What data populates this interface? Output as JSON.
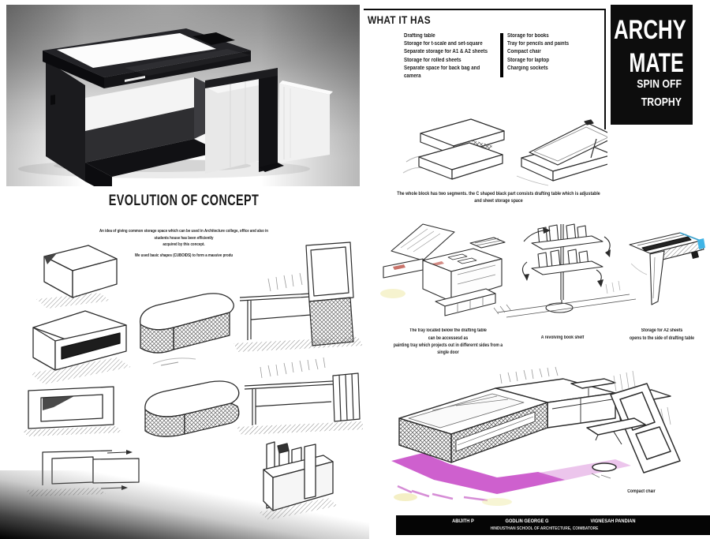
{
  "logo": {
    "line1": "ARCHY",
    "line2": "MATE",
    "line3": "SPIN OFF",
    "line4": "TROPHY"
  },
  "what_it_has": {
    "heading": "WHAT IT HAS",
    "col1": [
      "Drafting table",
      "Storage for t-scale and set-square",
      "Separate storage for A1 & A2 sheets",
      "Storage for rolled sheets",
      "Separate space for back bag and camera"
    ],
    "col2": [
      "Storage for books",
      "Tray for pencils and paints",
      "Compact chair",
      "Storage for laptop",
      "Charging sockets"
    ]
  },
  "evolution": {
    "heading": "EVOLUTION OF CONCEPT",
    "para1": "An idea of giving common storage space which can be used in Architecture college, office and also in\nstudents house has been efficiently\nacquired by this concept.",
    "para2": "We used basic shapes (CUBOIDS) to form a massive produ"
  },
  "captions": {
    "segments": "The whole block has two segments. the C shaped black part consists drafting table which is adjustable\nand sheet storage space",
    "tray": "The tray located below the drafting table\ncan be accessesd as\npainting tray which projects out in differernt sides from a\nsingle door",
    "bookshelf": "A revolving book shelf",
    "a2": "Storage for A2 sheets\nopens to the side of drafting table",
    "chair": "Compact chair"
  },
  "footer": {
    "name1": "ABIJITH  P",
    "name2": "GODLIN GEORGE  G",
    "name3": "VIGNESAH PANDIAN",
    "school": "HINDUSTHAN SCHOOL OF ARCHITECTURE, COIMBATORE"
  },
  "colors": {
    "logo_bg": "#0d0d0d",
    "accent_blue": "#3fb4e6",
    "accent_magenta": "#c238c2",
    "ink": "#2b2b2b"
  }
}
